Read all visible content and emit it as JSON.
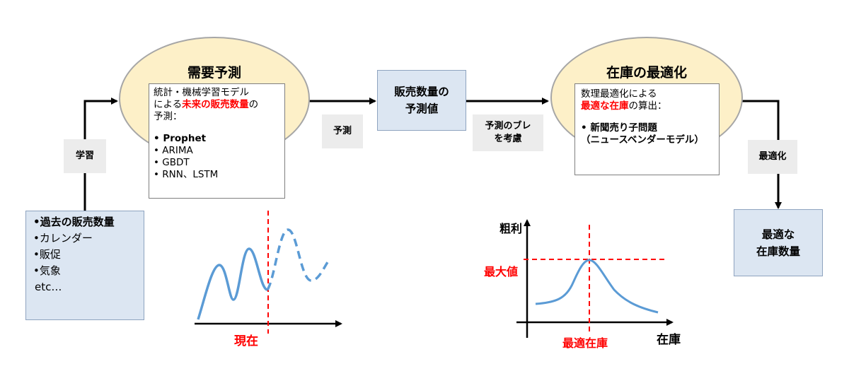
{
  "forecast": {
    "title": "需要予測",
    "desc": [
      "統計・機械学習モデル",
      "による",
      "未来の販売数量",
      "の",
      "予測："
    ],
    "models": [
      "Prophet",
      "ARIMA",
      "GBDT",
      "RNN、LSTM"
    ]
  },
  "optimization": {
    "title": "在庫の最適化",
    "desc": [
      "数理最適化による",
      "最適な在庫",
      "の算出："
    ],
    "items": [
      "新聞売り子問題",
      "（ニュースベンダーモデル）"
    ]
  },
  "inputs": {
    "items": [
      "過去の販売数量",
      "カレンダー",
      "販促",
      "気象",
      "etc…"
    ]
  },
  "forecast_value": {
    "lines": [
      "販売数量の",
      "予測値"
    ]
  },
  "optimal_quantity": {
    "lines": [
      "最適な",
      "在庫数量"
    ]
  },
  "edge_labels": {
    "learning": "学習",
    "forecast": "予測",
    "consider": [
      "予測のブレ",
      "を考慮"
    ],
    "optimize": "最適化"
  },
  "left_graph": {
    "now_label": "現在"
  },
  "right_graph": {
    "ylabel": "粗利",
    "xlabel": "在庫",
    "max_label": "最大値",
    "optimal_label": "最適在庫"
  },
  "colors": {
    "curve": "#5b9bd5",
    "marker": "#ff0000",
    "ellipse_fill": "#fdf0c8",
    "box_fill": "#dce6f2"
  }
}
